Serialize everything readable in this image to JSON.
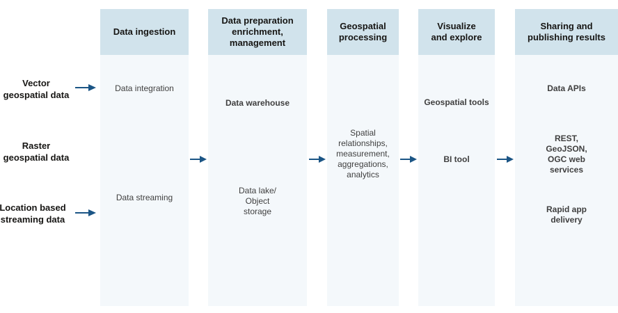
{
  "colors": {
    "header_bg": "#d1e3ec",
    "column_bg": "#f4f8fb",
    "arrow": "#1b5585",
    "text": "#3f3f3f"
  },
  "inputs": [
    {
      "label": "Vector\ngeospatial data",
      "has_arrow": true
    },
    {
      "label": "Raster\ngeospatial data",
      "has_arrow": false
    },
    {
      "label": "Location based\nstreaming data",
      "has_arrow": true
    }
  ],
  "columns": [
    {
      "title": "Data ingestion",
      "items": [
        "Data integration",
        "Data streaming"
      ]
    },
    {
      "title": "Data preparation\nenrichment,\nmanagement",
      "items": [
        "Data warehouse",
        "Data lake/\nObject\nstorage"
      ]
    },
    {
      "title": "Geospatial\nprocessing",
      "items": [
        "Spatial\nrelationships,\nmeasurement,\naggregations,\nanalytics"
      ]
    },
    {
      "title": "Visualize\nand explore",
      "items": [
        "Geospatial tools",
        "BI tool"
      ]
    },
    {
      "title": "Sharing and\npublishing results",
      "items": [
        "Data APIs",
        "REST,\nGeoJSON,\nOGC web\nservices",
        "Rapid app\ndelivery"
      ]
    }
  ]
}
